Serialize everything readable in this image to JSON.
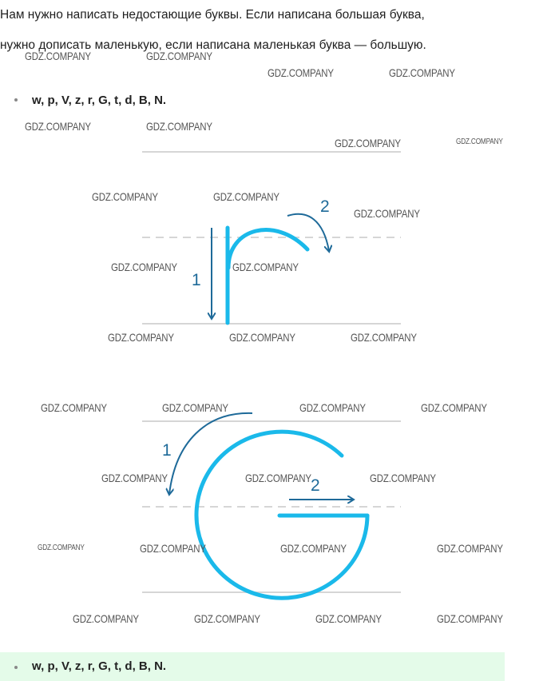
{
  "task": {
    "line1": "Нам нужно написать недостающие буквы. Если написана большая буква,",
    "line2": "нужно дописать маленькую, если написана маленькая буква — большую."
  },
  "answer_top": "w, p, V, z, r, G, t, d, B, N.",
  "answer_bottom": "w, p, V, z, r, G, t, d, B, N.",
  "watermark": "GDZ.COMPANY",
  "figure_r": {
    "step1": "1",
    "step2": "2"
  },
  "figure_g": {
    "step1": "1",
    "step2": "2"
  },
  "colors": {
    "letter_stroke": "#1ab9ea",
    "arrow": "#1e6a99",
    "guide_solid": "#d6d6d6",
    "guide_dashed": "#d6d6d6",
    "answer_bg": "#e4fbe9"
  }
}
